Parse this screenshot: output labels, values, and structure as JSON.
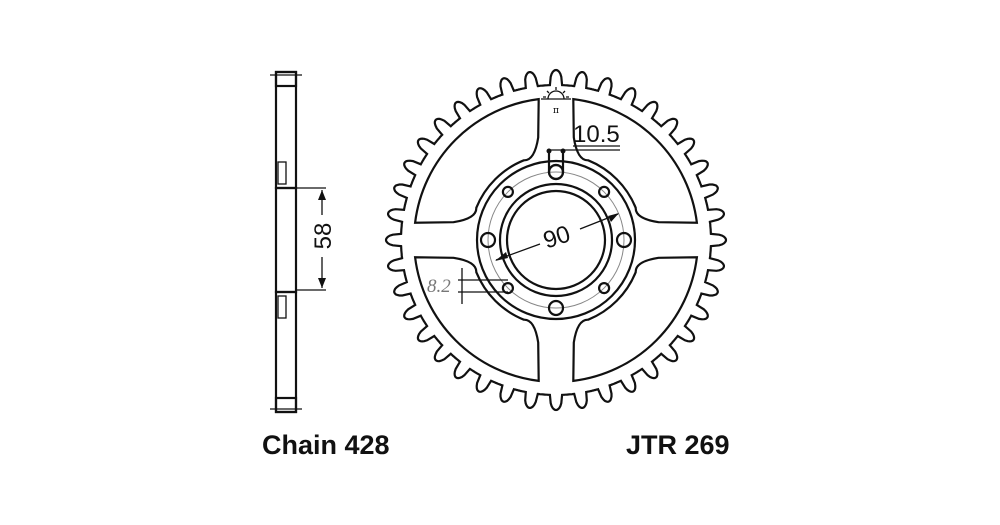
{
  "diagram": {
    "teeth": 40,
    "dimensions": {
      "slot_width": "10.5",
      "bore_diameter": "90",
      "hole_diameter": "8.2",
      "hub_width": "58"
    },
    "labels": {
      "chain": "Chain 428",
      "part_number": "JTR 269"
    }
  }
}
